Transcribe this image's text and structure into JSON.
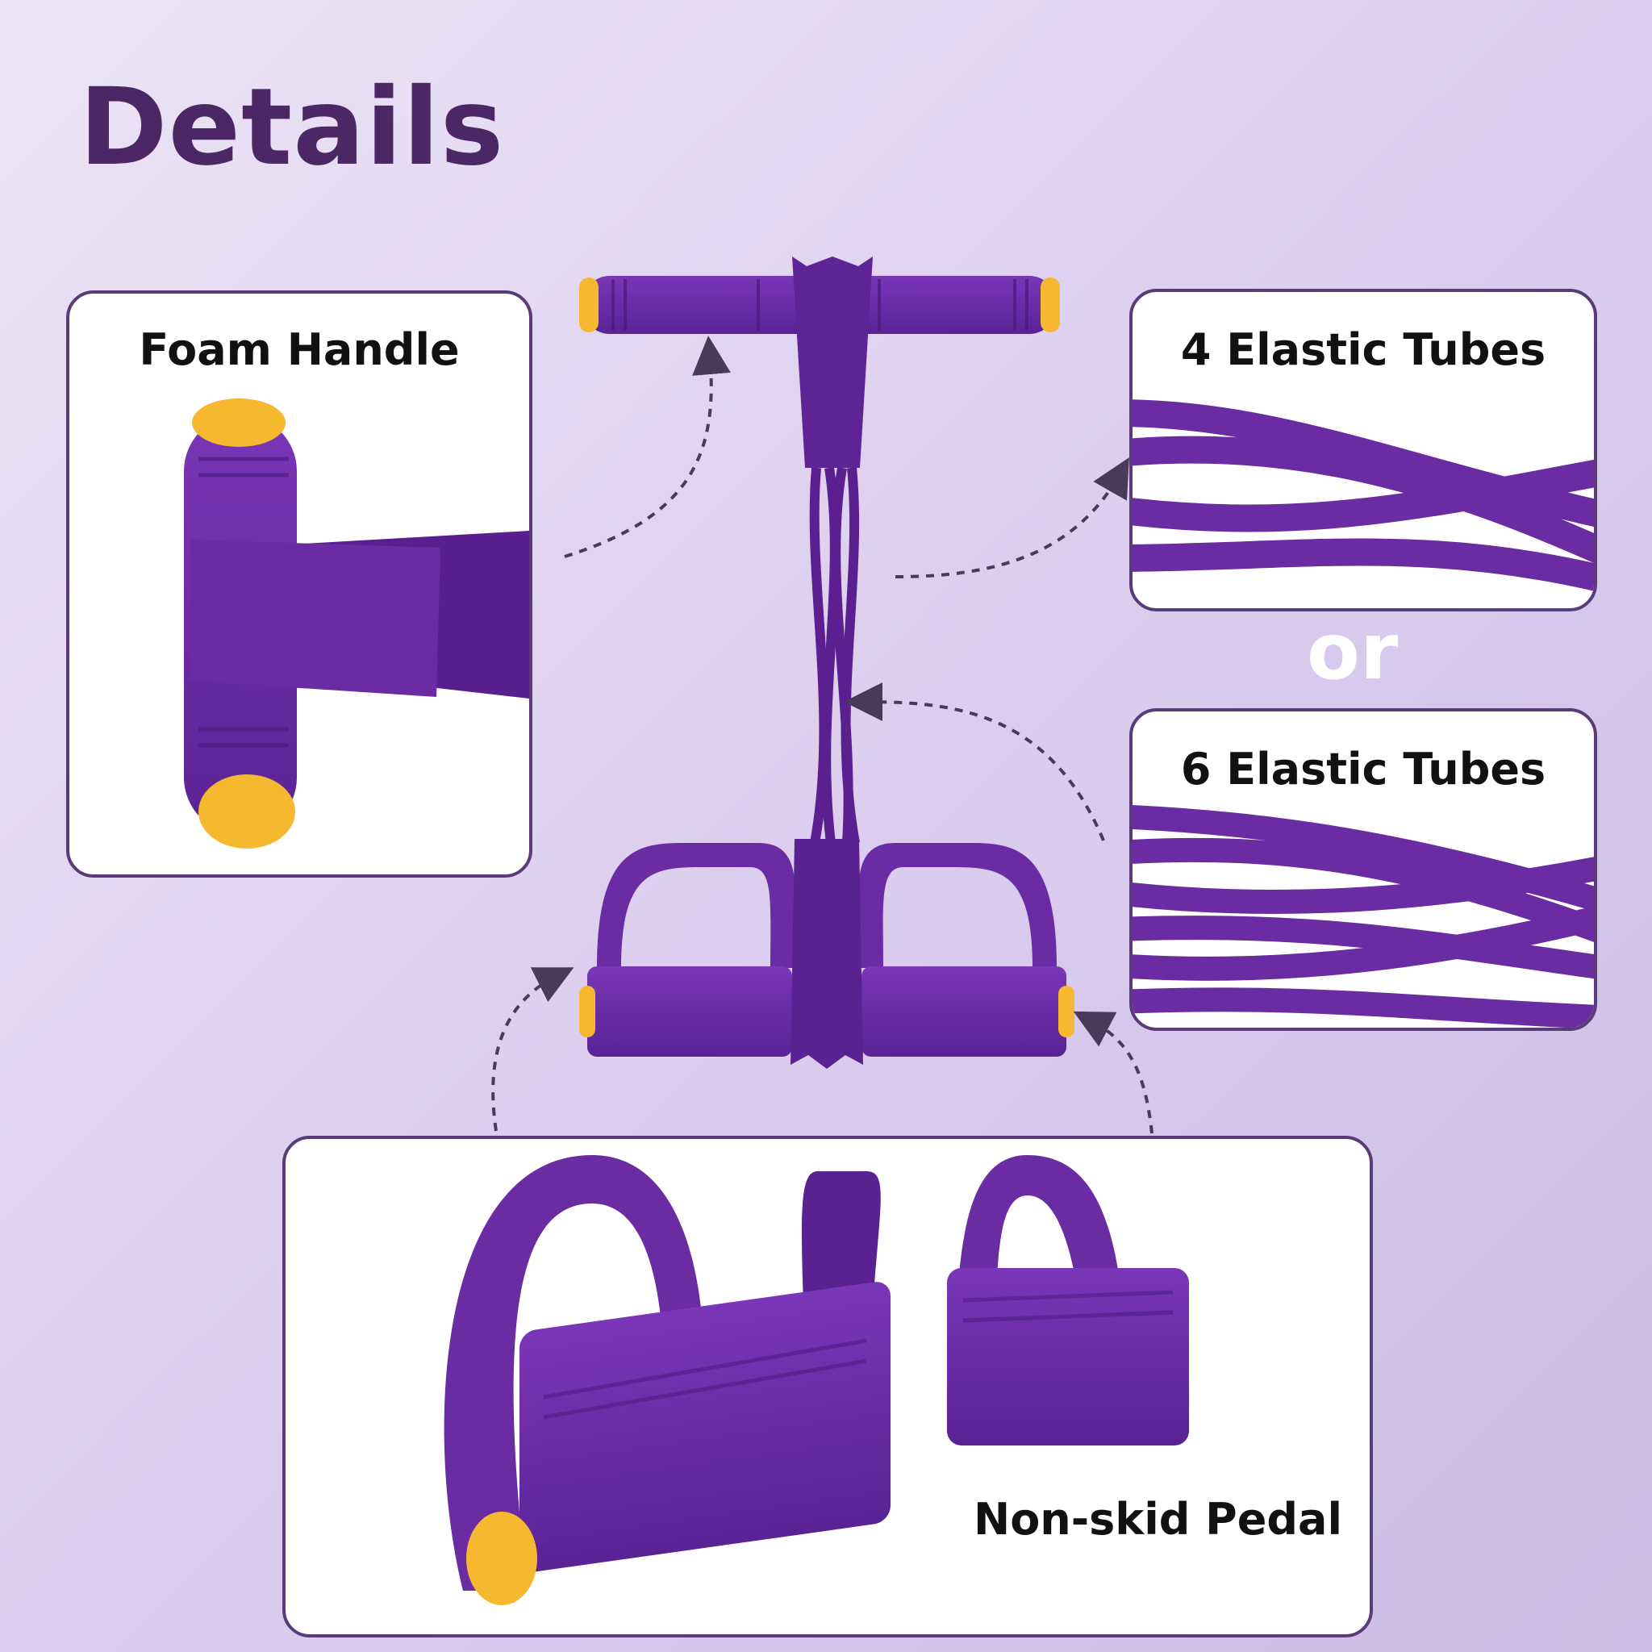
{
  "title": "Details",
  "callouts": {
    "foam_handle": "Foam Handle",
    "four_tubes": "4 Elastic Tubes",
    "or": "or",
    "six_tubes": "6 Elastic Tubes",
    "pedal": "Non-skid Pedal"
  },
  "colors": {
    "product_purple": "#6a2ba3",
    "dark_purple": "#4a1a7a",
    "cap_yellow": "#f5b82e",
    "title_color": "#4b2765",
    "card_border": "#5a3b78"
  },
  "icons": [
    "dashed-arrow-icon"
  ]
}
